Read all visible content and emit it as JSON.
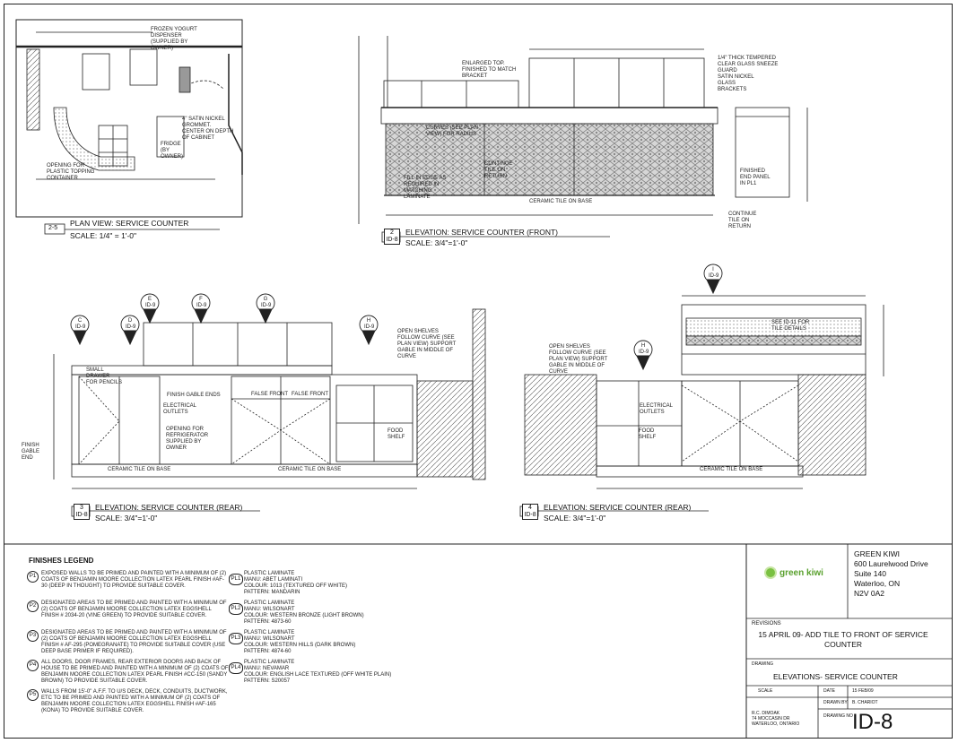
{
  "views": {
    "plan": {
      "number": "2-5",
      "title": "PLAN VIEW: SERVICE COUNTER",
      "scale": "SCALE: 1/4\" = 1'-0\""
    },
    "front": {
      "number": "2",
      "sheet": "ID-8",
      "title": "ELEVATION: SERVICE COUNTER (FRONT)",
      "scale": "SCALE: 3/4\"=1'-0\""
    },
    "rear1": {
      "number": "3",
      "sheet": "ID-8",
      "title": "ELEVATION: SERVICE COUNTER (REAR)",
      "scale": "SCALE: 3/4\"=1'-0\""
    },
    "rear2": {
      "number": "4",
      "sheet": "ID-8",
      "title": "ELEVATION: SERVICE COUNTER (REAR)",
      "scale": "SCALE: 3/4\"=1'-0\""
    }
  },
  "callouts": {
    "c": "C",
    "d": "D",
    "e": "E",
    "f": "F",
    "g": "G",
    "h1": "H",
    "h2": "H",
    "i": "I",
    "ref": "ID-9"
  },
  "notes": {
    "frozen": "FROZEN YOGURT DISPENSER (SUPPLIED BY OWNER)",
    "satin": "4\" SATIN NICKEL GROMMET. CENTER ON DEPTH OF CABINET",
    "fridge": "FRIDGE (BY OWNER)",
    "plastic": "OPENING FOR PLASTIC TOPPING CONTAINER",
    "enlarged": "ENLARGED TOP. FINISHED TO MATCH BRACKET",
    "glass": "1/4\" THICK TEMPERED CLEAR GLASS SNEEZE GUARD",
    "bracket": "SATIN NICKEL GLASS BRACKETS",
    "curves": "CURVES (SEE PLAN VIEW) FOR RADIUS",
    "continue": "CONTINUE TILE ON RETURN",
    "fill": "FILL IN EDGE AS REQUIRED IN MATCHING LAMINATE",
    "ceramic": "CERAMIC TILE ON BASE",
    "finished": "FINISHED END PANEL IN PL1",
    "continue2": "CONTINUE TILE ON RETURN",
    "open_shelves": "OPEN SHELVES FOLLOW CURVE (SEE PLAN VIEW) SUPPORT GABLE IN MIDDLE OF CURVE",
    "small_drawer": "SMALL DRAWER FOR PENCILS",
    "false_front": "FALSE FRONT",
    "finish_gable": "FINISH GABLE ENDS",
    "elec": "ELECTRICAL OUTLETS",
    "opening_fridge": "OPENING FOR REFRIGERATOR SUPPLIED BY OWNER",
    "finish_gable_end": "FINISH GABLE END",
    "food": "FOOD SHELF",
    "see": "SEE ID-11 FOR TILE DETAILS",
    "ceramic_base": "CERAMIC TILE ON BASE"
  },
  "legend": {
    "title": "FINISHES LEGEND",
    "items": [
      {
        "code": "P1",
        "text": "EXPOSED WALLS TO BE PRIMED AND PAINTED WITH A MINIMUM OF (2) COATS OF BENJAMIN MOORE COLLECTION LATEX PEARL FINISH #AF-30 (DEEP IN THOUGHT) TO PROVIDE SUITABLE COVER."
      },
      {
        "code": "P2",
        "text": "DESIGNATED AREAS TO BE PRIMED AND PAINTED WITH A MINIMUM OF (2) COATS OF BENJAMIN MOORE COLLECTION LATEX EGGSHELL FINISH # 2034-20 (VINE GREEN) TO PROVIDE SUITABLE COVER."
      },
      {
        "code": "P3",
        "text": "DESIGNATED AREAS TO BE PRIMED AND PAINTED WITH A MINIMUM OF (2) COATS OF BENJAMIN MOORE COLLECTION LATEX EGGSHELL FINISH # AF-295 (POMEGRANATE) TO PROVIDE SUITABLE COVER (USE DEEP BASE PRIMER IF REQUIRED)."
      },
      {
        "code": "P4",
        "text": "ALL DOORS, DOOR FRAMES, REAR EXTERIOR DOORS AND BACK OF HOUSE TO BE PRIMED AND PAINTED WITH A MINIMUM OF (2) COATS OF BENJAMIN MOORE COLLECTION LATEX PEARL FINISH #CC-150 (SANDY BROWN) TO PROVIDE SUITABLE COVER."
      },
      {
        "code": "P5",
        "text": "WALLS FROM 15'-0\" A.F.F. TO U/S DECK, DECK, CONDUITS, DUCTWORK, ETC TO BE PRIMED AND PAINTED WITH A MINIMUM OF (2) COATS OF BENJAMIN MOORE COLLECTION LATEX EGGSHELL FINISH #AF-165 (KONA) TO PROVIDE SUITABLE COVER."
      }
    ],
    "laminates": [
      {
        "code": "PL1",
        "text": "PLASTIC LAMINATE\nMANU: ABET LAMINATI\nCOLOUR: 1013 (TEXTURED OFF WHITE)\nPATTERN: MANDARIN"
      },
      {
        "code": "PL2",
        "text": "PLASTIC LAMINATE\nMANU: WILSONART\nCOLOUR: WESTERN BRONZE (LIGHT BROWN)\nPATTERN: 4873-60"
      },
      {
        "code": "PL3",
        "text": "PLASTIC LAMINATE\nMANU: WILSONART\nCOLOUR: WESTERN HILLS (DARK BROWN)\nPATTERN: 4874-60"
      },
      {
        "code": "PL4",
        "text": "PLASTIC LAMINATE\nMANU: NEVAMAR\nCOLOUR: ENGLISH LACE TEXTURED (OFF WHITE PLAIN)\nPATTERN: S20057"
      }
    ]
  },
  "titleblock": {
    "logo_text": "green kiwi",
    "company": "GREEN KIWI",
    "address1": "600 Laurelwood Drive",
    "address2": "Suite 140",
    "address3": "Waterloo, ON",
    "address4": "N2V 0A2",
    "revisions_label": "REVISIONS",
    "revision": "15 APRIL 09- ADD TILE TO FRONT OF SERVICE COUNTER",
    "drawing_label": "DRAWING",
    "drawing": "ELEVATIONS- SERVICE COUNTER",
    "scale_label": "SCALE",
    "date_label": "DATE",
    "date": "15 FEB/09",
    "drawn_label": "DRAWN BY",
    "drawn": "B. CHARIOT",
    "address_small": "R.C. DIMOAK\n74 MOCCASIN DR\nWATERLOO, ONTARIO",
    "sheet_label": "DRAWING NO",
    "sheet": "ID-8"
  },
  "colors": {
    "line": "#222222",
    "tile": "#9a9a9a",
    "brand": "#7ac142"
  }
}
